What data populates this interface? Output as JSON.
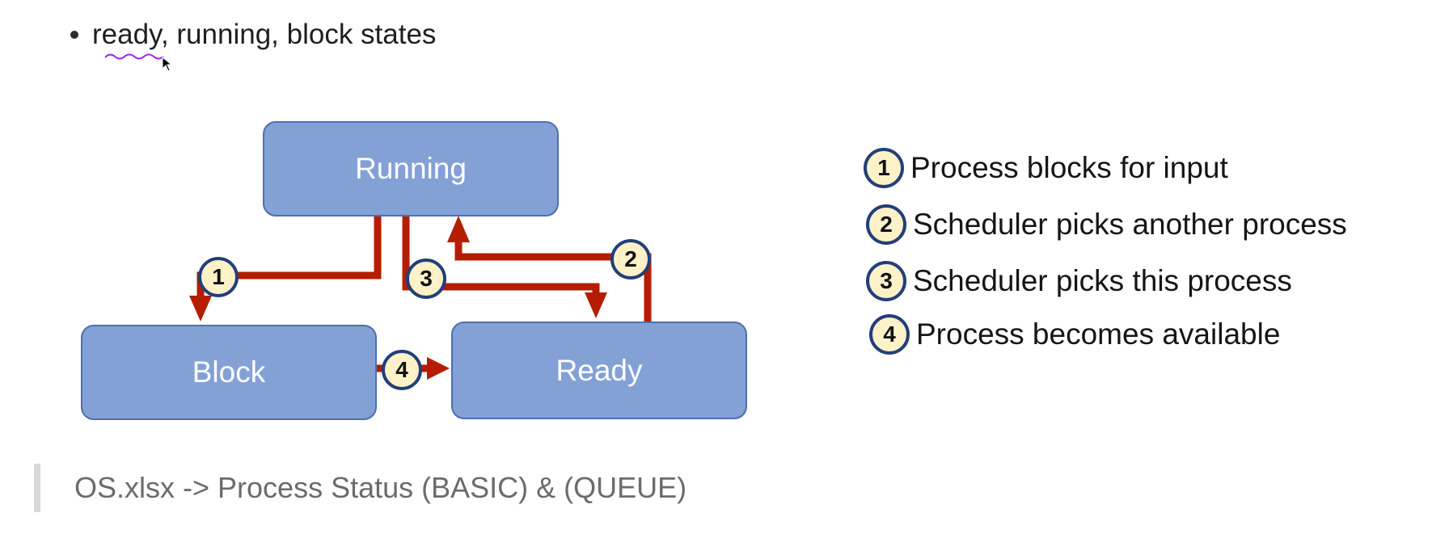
{
  "bullet": {
    "text": "ready, running, block states"
  },
  "states": {
    "running": "Running",
    "block": "Block",
    "ready": "Ready"
  },
  "transitions": [
    {
      "num": "1",
      "label": "Process blocks for input"
    },
    {
      "num": "2",
      "label": "Scheduler picks another process"
    },
    {
      "num": "3",
      "label": "Scheduler picks this process"
    },
    {
      "num": "4",
      "label": "Process becomes available"
    }
  ],
  "quote": {
    "text": "OS.xlsx -> Process Status (BASIC) & (QUEUE)"
  },
  "colors": {
    "box_fill": "#84a1d6",
    "arrow": "#b51d00",
    "badge_fill": "#fdf1c7",
    "badge_border": "#213f7a"
  }
}
